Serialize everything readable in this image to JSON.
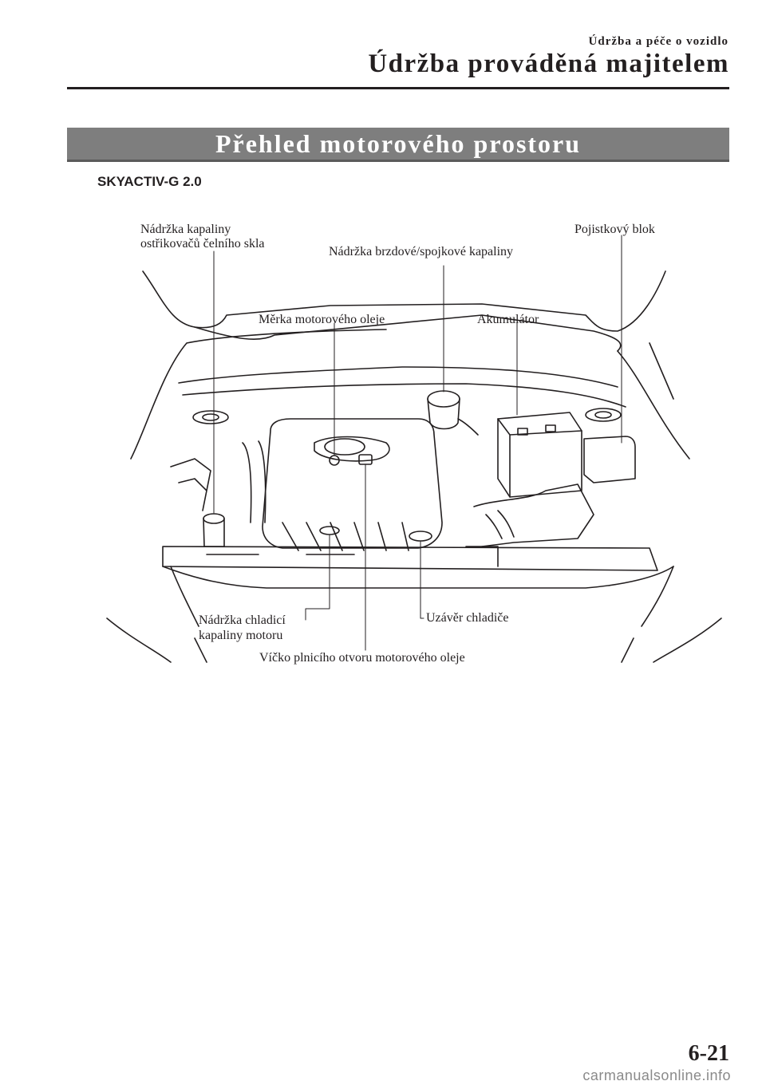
{
  "header": {
    "chapter": "Údržba a péče o vozidlo",
    "section": "Údržba prováděná majitelem"
  },
  "title": "Přehled motorového prostoru",
  "engine_variant": "SKYACTIV-G 2.0",
  "labels": {
    "washer_tank_line1": "Nádržka kapaliny",
    "washer_tank_line2": "ostřikovačů čelního skla",
    "brake_clutch_tank": "Nádržka brzdové/spojkové kapaliny",
    "fuse_block": "Pojistkový blok",
    "oil_dipstick": "Měrka motorového oleje",
    "battery": "Akumulátor",
    "coolant_tank_line1": "Nádržka chladicí",
    "coolant_tank_line2": "kapaliny motoru",
    "radiator_cap": "Uzávěr chladiče",
    "oil_filler_cap": "Víčko plnicího otvoru motorového oleje"
  },
  "footer": {
    "page_number": "6-21",
    "watermark": "carmanualsonline.info"
  }
}
